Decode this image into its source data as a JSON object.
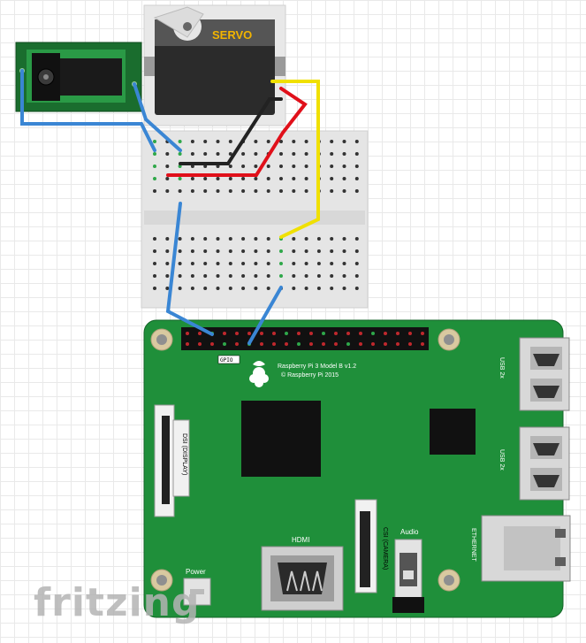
{
  "servo": {
    "label": "SERVO"
  },
  "raspberry_pi": {
    "model": "Raspberry Pi 3 Model B v1.2",
    "copyright": "© Raspberry Pi 2015",
    "gpio_label": "GPIO",
    "dsi_label": "DSI (DISPLAY)",
    "csi_label": "CSI (CAMERA)",
    "hdmi_label": "HDMI",
    "audio_label": "Audio",
    "power_label": "Power",
    "usb_label_1": "USB 2x",
    "usb_label_2": "USB 2x",
    "ethernet_label": "ETHERNET"
  },
  "watermark": "fritzing",
  "colors": {
    "pcb_green": "#1f8f3a",
    "pcb_dark": "#16702c",
    "wire_blue": "#3a86d4",
    "wire_red": "#e0101a",
    "wire_black": "#222222",
    "wire_yellow": "#f0e000",
    "breadboard": "#e6e6e6",
    "grid": "#e9e9e9"
  }
}
